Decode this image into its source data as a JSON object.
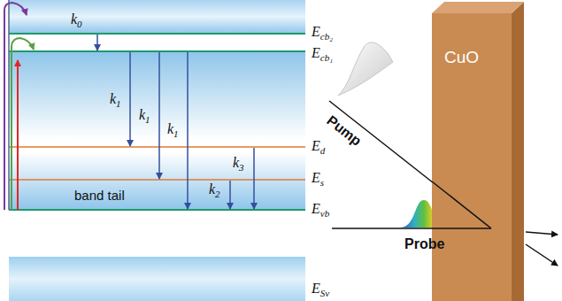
{
  "diagram": {
    "nodes": [
      {
        "text": [
          "CuO"
        ]
      }
    ],
    "labels": [
      "Ecb₂",
      "k0",
      "Ecb₁",
      "k1",
      "k1",
      "k1",
      "Ed",
      "k3",
      "Es",
      "band tail",
      "k2",
      "Evb",
      "ESv",
      "Pump",
      "Probe"
    ]
  }
}
